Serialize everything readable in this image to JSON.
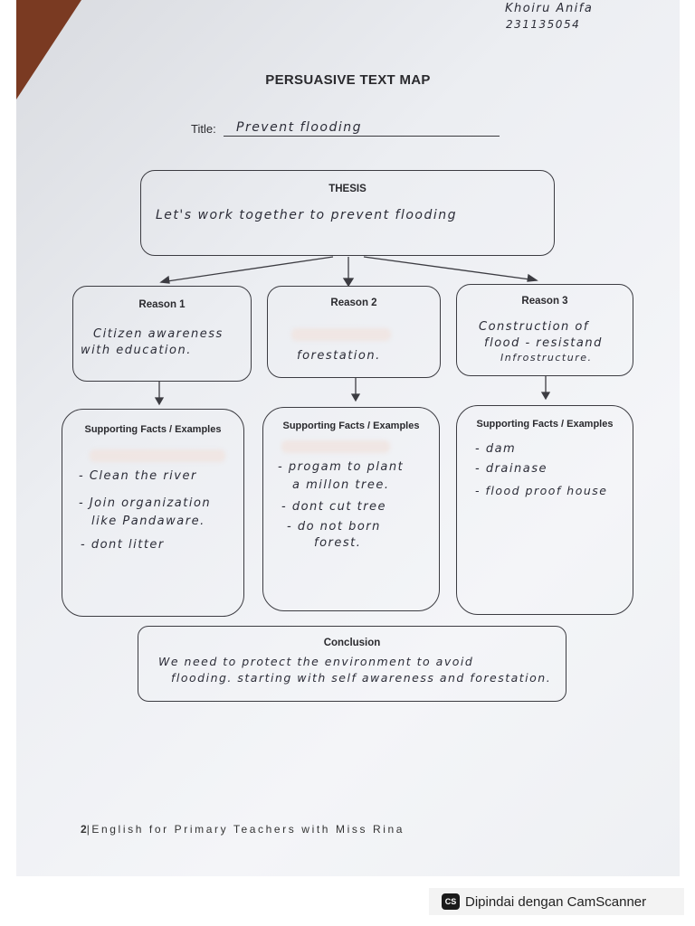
{
  "header": {
    "student_name": "Khoiru Anifa",
    "student_id": "231135054"
  },
  "document": {
    "title": "PERSUASIVE TEXT MAP",
    "title_label": "Title:",
    "title_value": "Prevent flooding"
  },
  "thesis": {
    "heading": "THESIS",
    "text": "Let's work together to prevent flooding"
  },
  "reasons": [
    {
      "heading": "Reason 1",
      "line1": "Citizen awareness",
      "line2": "with education."
    },
    {
      "heading": "Reason 2",
      "line1": "",
      "line2": "forestation."
    },
    {
      "heading": "Reason 3",
      "line1": "Construction of",
      "line2": "flood - resistand",
      "line3": "Infrostructure."
    }
  ],
  "supporting": [
    {
      "heading": "Supporting Facts / Examples",
      "facts": [
        "- Clean the river",
        "- Join organization",
        "like Pandaware.",
        "- dont litter"
      ]
    },
    {
      "heading": "Supporting Facts / Examples",
      "facts": [
        "- progam to plant",
        "a millon tree.",
        "- dont cut tree",
        "- do not born",
        "forest."
      ]
    },
    {
      "heading": "Supporting Facts / Examples",
      "facts": [
        "- dam",
        "- drainase",
        "- flood proof house"
      ]
    }
  ],
  "conclusion": {
    "heading": "Conclusion",
    "line1": "We need to protect the environment to avoid",
    "line2": "flooding. starting with self awareness and forestation."
  },
  "footer": {
    "page_number": "2",
    "separator": "|",
    "text": "English for Primary Teachers with Miss Rina"
  },
  "scanner_badge": {
    "logo": "CS",
    "text": "Dipindai dengan CamScanner"
  }
}
